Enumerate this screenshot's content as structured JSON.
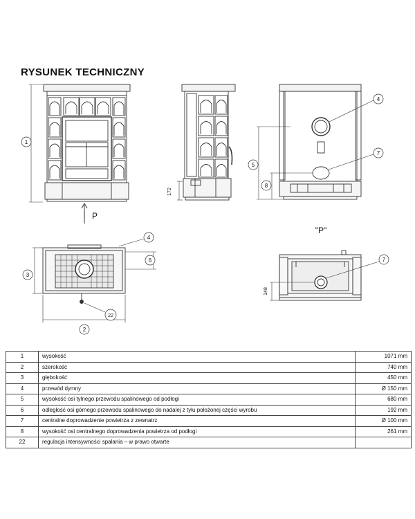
{
  "title": "RYSUNEK TECHNICZNY",
  "views": {
    "front_dim_label": "1",
    "side_dim_label": "5",
    "side_small_dim_label": "8",
    "side_height_value": "172",
    "arrow_label": "P",
    "view_p_label": "\"P\"",
    "callout_4": "4",
    "callout_7": "7",
    "top_depth_label": "3",
    "top_width_label": "2",
    "top_offset_label": "6",
    "top_callout_4": "4",
    "top_callout_22": "22",
    "bottom_callout_7": "7",
    "bottom_dim_value": "148"
  },
  "spec_rows": [
    {
      "num": "1",
      "desc": "wysokość",
      "value": "1071 mm"
    },
    {
      "num": "2",
      "desc": "szerokość",
      "value": "740 mm"
    },
    {
      "num": "3",
      "desc": "głębokość",
      "value": "450 mm"
    },
    {
      "num": "4",
      "desc": "przewód dymny",
      "value": "Ø 150 mm"
    },
    {
      "num": "5",
      "desc": "wysokość osi tylnego przewodu spalinowego od podłogi",
      "value": "680 mm"
    },
    {
      "num": "6",
      "desc": "odległość osi górnego przewodu spalinowego do nadalej z tyłu położonej części wyrobu",
      "value": "192 mm"
    },
    {
      "num": "7",
      "desc": "centralne doprowadzenie powietrza z zewnatrz",
      "value": "Ø 100 mm"
    },
    {
      "num": "8",
      "desc": "wysokość osi centralnego doprowadzenia powietrza od podłogi",
      "value": "261 mm"
    },
    {
      "num": "22",
      "desc": "regulacja intensywności spalania – w prawo otwarte",
      "value": ""
    }
  ]
}
